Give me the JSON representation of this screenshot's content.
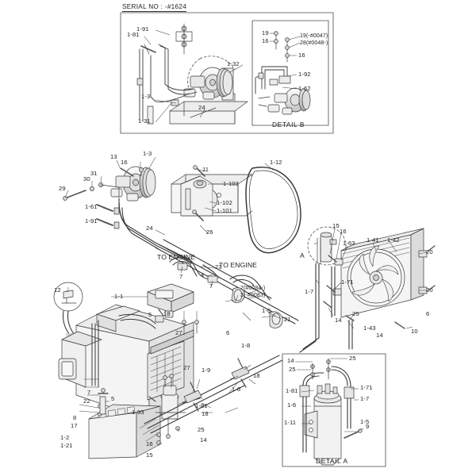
{
  "diagram": {
    "header_note": "SERIAL NO : -#1624",
    "detail_b_caption": "DETAIL B",
    "detail_a_caption": "DETAIL A",
    "section_a_marker": "A",
    "to_engine_left": "TO ENGINE",
    "to_engine_right": "TO ENGINE"
  },
  "panel_top": {
    "callouts": [
      {
        "id": "c-1-91",
        "text": "1-91"
      },
      {
        "id": "c-1-81",
        "text": "1-81"
      },
      {
        "id": "c-1-32",
        "text": "1-32"
      },
      {
        "id": "c-1-3",
        "text": "1-3"
      },
      {
        "id": "c-1-31",
        "text": "1-31"
      },
      {
        "id": "c-24",
        "text": "24"
      }
    ]
  },
  "panel_detail_b": {
    "callouts": [
      {
        "id": "db-19",
        "text": "19"
      },
      {
        "id": "db-16a",
        "text": "16"
      },
      {
        "id": "db-19r",
        "text": "19(-#0047)"
      },
      {
        "id": "db-28r",
        "text": "28(#0048-)"
      },
      {
        "id": "db-16b",
        "text": "16"
      },
      {
        "id": "db-1-92",
        "text": "1-92"
      },
      {
        "id": "db-1-62",
        "text": "1-62"
      }
    ]
  },
  "panel_main": {
    "callouts": [
      {
        "id": "m-13",
        "text": "13"
      },
      {
        "id": "m-16",
        "text": "16"
      },
      {
        "id": "m-1-3",
        "text": "1-3"
      },
      {
        "id": "m-29",
        "text": "29"
      },
      {
        "id": "m-30",
        "text": "30"
      },
      {
        "id": "m-31",
        "text": "31"
      },
      {
        "id": "m-1-61",
        "text": "1-61"
      },
      {
        "id": "m-1-91",
        "text": "1-91"
      },
      {
        "id": "m-11",
        "text": "11"
      },
      {
        "id": "m-1-103",
        "text": "1-103"
      },
      {
        "id": "m-1-102",
        "text": "1-102"
      },
      {
        "id": "m-1-101",
        "text": "1-101"
      },
      {
        "id": "m-26",
        "text": "26"
      },
      {
        "id": "m-24",
        "text": "24"
      },
      {
        "id": "m-1-12",
        "text": "1-12"
      },
      {
        "id": "m-23",
        "text": "23"
      },
      {
        "id": "m-4",
        "text": "4"
      },
      {
        "id": "m-7a",
        "text": "7"
      },
      {
        "id": "m-7b",
        "text": "7"
      },
      {
        "id": "m-2",
        "text": "2(#0084-)"
      },
      {
        "id": "m-3",
        "text": "3(-#0083)"
      },
      {
        "id": "m-1-6",
        "text": "1-6"
      },
      {
        "id": "m-6",
        "text": "6"
      },
      {
        "id": "m-21",
        "text": "21"
      },
      {
        "id": "m-12",
        "text": "12"
      },
      {
        "id": "m-1-1",
        "text": "1-1"
      },
      {
        "id": "m-5a",
        "text": "5"
      },
      {
        "id": "m-18a",
        "text": "18"
      },
      {
        "id": "m-27a",
        "text": "27"
      },
      {
        "id": "m-27b",
        "text": "27"
      },
      {
        "id": "m-18b",
        "text": "18"
      },
      {
        "id": "m-18c",
        "text": "18"
      },
      {
        "id": "m-1-9",
        "text": "1-9"
      },
      {
        "id": "m-1-8a",
        "text": "1-8"
      },
      {
        "id": "m-1-8b",
        "text": "1-8"
      },
      {
        "id": "m-7c",
        "text": "7"
      },
      {
        "id": "m-22",
        "text": "22"
      },
      {
        "id": "m-5b",
        "text": "5"
      },
      {
        "id": "m-8",
        "text": "8"
      },
      {
        "id": "m-17",
        "text": "17"
      },
      {
        "id": "m-1-2",
        "text": "1-2"
      },
      {
        "id": "m-1-21",
        "text": "1-21"
      },
      {
        "id": "m-1-93",
        "text": "1-93"
      },
      {
        "id": "m-1-81",
        "text": "1-81"
      },
      {
        "id": "m-25a",
        "text": "25"
      },
      {
        "id": "m-14a",
        "text": "14"
      },
      {
        "id": "m-16b",
        "text": "16"
      },
      {
        "id": "m-15a",
        "text": "15"
      },
      {
        "id": "m-6b",
        "text": "6"
      }
    ]
  },
  "panel_condenser": {
    "callouts": [
      {
        "id": "c-15",
        "text": "15"
      },
      {
        "id": "c-16",
        "text": "16"
      },
      {
        "id": "c-1-63",
        "text": "1-63"
      },
      {
        "id": "c-1-41",
        "text": "1-41"
      },
      {
        "id": "c-1-42",
        "text": "1-42"
      },
      {
        "id": "c-20a",
        "text": "20"
      },
      {
        "id": "c-20b",
        "text": "20"
      },
      {
        "id": "c-1-71",
        "text": "1-71"
      },
      {
        "id": "c-1-7",
        "text": "1-7"
      },
      {
        "id": "c-25",
        "text": "25"
      },
      {
        "id": "c-14",
        "text": "14"
      },
      {
        "id": "c-1-43",
        "text": "1-43"
      },
      {
        "id": "c-10",
        "text": "10"
      },
      {
        "id": "c-6",
        "text": "6"
      },
      {
        "id": "c-14b",
        "text": "14"
      }
    ]
  },
  "panel_detail_a": {
    "callouts": [
      {
        "id": "da-14",
        "text": "14"
      },
      {
        "id": "da-25a",
        "text": "25"
      },
      {
        "id": "da-25b",
        "text": "25"
      },
      {
        "id": "da-1-81",
        "text": "1-81"
      },
      {
        "id": "da-1-6",
        "text": "1-6"
      },
      {
        "id": "da-1-11",
        "text": "1-11"
      },
      {
        "id": "da-1-71",
        "text": "1-71"
      },
      {
        "id": "da-1-7",
        "text": "1-7"
      },
      {
        "id": "da-1-5",
        "text": "1-5"
      },
      {
        "id": "da-9",
        "text": "9"
      }
    ]
  },
  "colors": {
    "line": "#3a3a3a",
    "fill_light": "#f2f2f2",
    "fill_mid": "#d8d8d8",
    "fill_dark": "#b9b9b9",
    "text": "#222222"
  }
}
